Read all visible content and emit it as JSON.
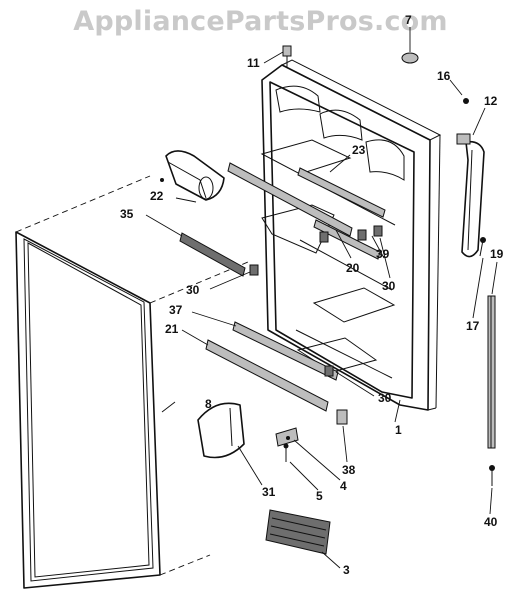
{
  "watermark": "AppliancePartsPros.com",
  "callouts": {
    "c7": "7",
    "c11": "11",
    "c16": "16",
    "c12": "12",
    "c23": "23",
    "c22": "22",
    "c35": "35",
    "c39": "39",
    "c20": "20",
    "c30a": "30",
    "c30b": "30",
    "c30c": "30",
    "c19": "19",
    "c17": "17",
    "c37": "37",
    "c21": "21",
    "c8": "8",
    "c1": "1",
    "c4": "4",
    "c38": "38",
    "c5": "5",
    "c31": "31",
    "c40": "40",
    "c3": "3"
  }
}
